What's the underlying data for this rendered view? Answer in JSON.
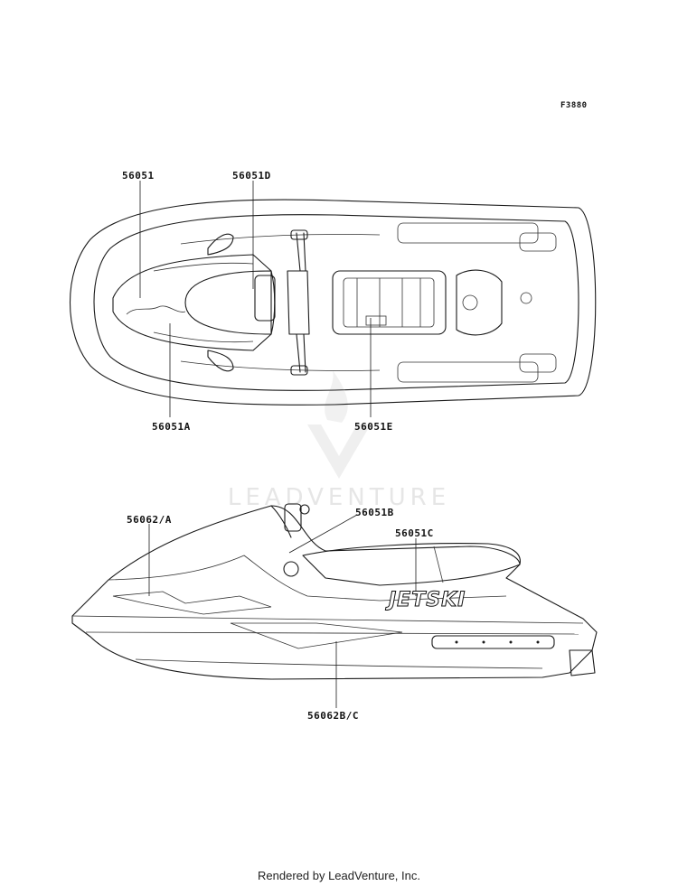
{
  "figure_code": "F3880",
  "labels": {
    "top_56051": "56051",
    "top_56051D": "56051D",
    "top_56051A": "56051A",
    "top_56051E": "56051E",
    "side_56062A": "56062/A",
    "side_56051B": "56051B",
    "side_56051C": "56051C",
    "side_56062BC": "56062B/C"
  },
  "decal_text": {
    "jetski": "JETSKI"
  },
  "watermark": {
    "brand": "LEADVENTURE"
  },
  "footer": {
    "text": "Rendered by LeadVenture, Inc."
  },
  "colors": {
    "line": "#1a1a1a",
    "watermark": "#e6e6e6"
  }
}
